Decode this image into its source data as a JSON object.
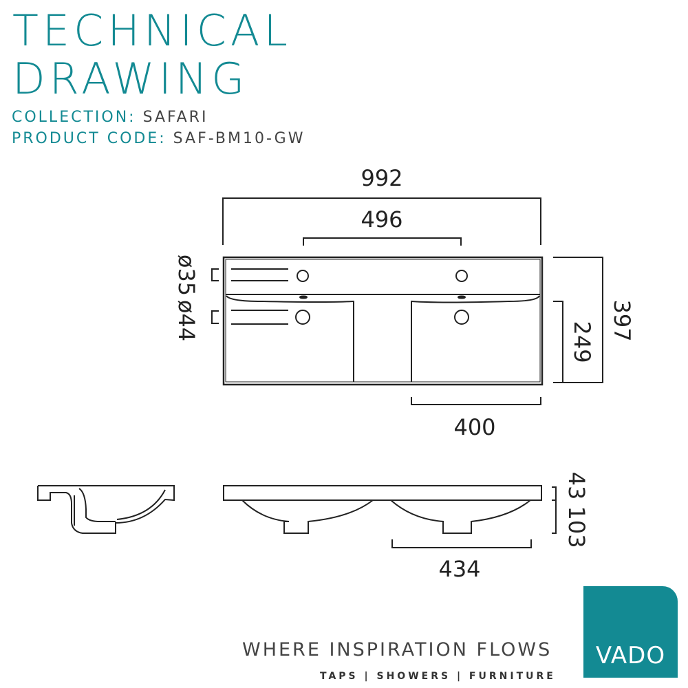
{
  "header": {
    "title_line1": "TECHNICAL",
    "title_line2": "DRAWING",
    "collection_label": "COLLECTION:",
    "collection_value": "SAFARI",
    "product_code_label": "PRODUCT CODE:",
    "product_code_value": "SAF-BM10-GW"
  },
  "dimensions": {
    "overall_width": "992",
    "tap_centres": "496",
    "overall_depth": "397",
    "bowl_depth": "249",
    "bowl_width": "400",
    "tap_hole": "ø35",
    "waste_hole": "ø44",
    "rim_height": "43",
    "total_height": "103",
    "waste_centres": "434"
  },
  "footer": {
    "tagline": "WHERE INSPIRATION FLOWS",
    "subline": "TAPS | SHOWERS | FURNITURE",
    "logo_text": "VADO"
  },
  "colors": {
    "brand": "#138a93"
  }
}
